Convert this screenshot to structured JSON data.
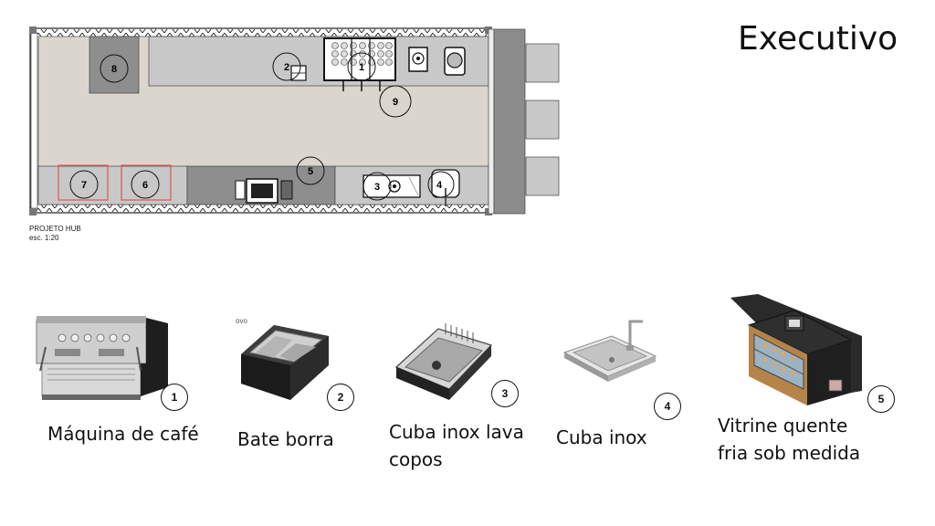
{
  "title": "Executivo",
  "plan": {
    "caption_line1": "PROJETO HUB",
    "caption_line2": "esc. 1:20",
    "markers": [
      "1",
      "2",
      "3",
      "4",
      "5",
      "6",
      "7",
      "8",
      "9"
    ]
  },
  "products": [
    {
      "number": "1",
      "label": "Máquina de café",
      "icon": "espresso-machine-icon"
    },
    {
      "number": "2",
      "label": "Bate borra",
      "icon": "knock-box-icon",
      "tag": "ovo"
    },
    {
      "number": "3",
      "label": "Cuba inox lava copos",
      "icon": "glass-rinser-sink-icon"
    },
    {
      "number": "4",
      "label": "Cuba inox",
      "icon": "stainless-sink-icon"
    },
    {
      "number": "5",
      "label": "Vitrine quente fria sob medida",
      "icon": "display-counter-icon"
    }
  ],
  "colors": {
    "wall_fill": "#ffffff",
    "floor": "#dad6ce",
    "counter": "#c8c8c8",
    "dark_counter": "#8e8e8e",
    "steel": "#7c7c7c",
    "highlight_red": "#e05555"
  }
}
